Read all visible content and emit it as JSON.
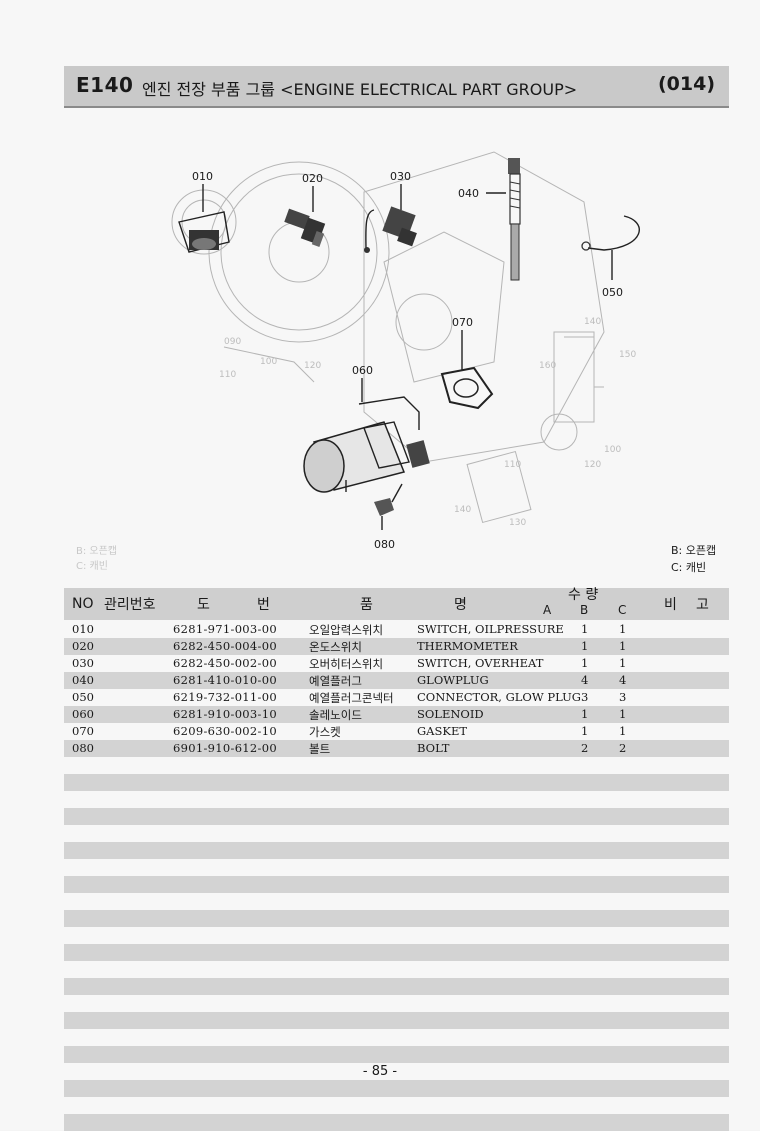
{
  "header": {
    "code": "E140",
    "title": "엔진 전장 부품 그룹 <ENGINE ELECTRICAL PART GROUP>",
    "page_code": "(014)"
  },
  "diagram": {
    "labels": [
      "010",
      "020",
      "030",
      "040",
      "050",
      "060",
      "070",
      "080"
    ]
  },
  "legend": {
    "b": "B: 오픈캡",
    "c": "C: 캐빈"
  },
  "table": {
    "headers": {
      "no": "NO",
      "mgmt": "관리번호",
      "do": "도",
      "beon": "번",
      "pum": "품",
      "myeong": "명",
      "qty": "수 량",
      "a": "A",
      "b": "B",
      "c": "C",
      "bi": "비",
      "go": "고"
    },
    "rows": [
      {
        "no": "010",
        "part_no": "6281-971-003-00",
        "name_kr": "오일압력스위치",
        "name_en": "SWITCH, OILPRESSURE",
        "b": "1",
        "c": "1"
      },
      {
        "no": "020",
        "part_no": "6282-450-004-00",
        "name_kr": "온도스위치",
        "name_en": "THERMOMETER",
        "b": "1",
        "c": "1"
      },
      {
        "no": "030",
        "part_no": "6282-450-002-00",
        "name_kr": "오버히터스위치",
        "name_en": "SWITCH, OVERHEAT",
        "b": "1",
        "c": "1"
      },
      {
        "no": "040",
        "part_no": "6281-410-010-00",
        "name_kr": "예열플러그",
        "name_en": "GLOWPLUG",
        "b": "4",
        "c": "4"
      },
      {
        "no": "050",
        "part_no": "6219-732-011-00",
        "name_kr": "예열플러그콘넥터",
        "name_en": "CONNECTOR, GLOW PLUG",
        "b": "3",
        "c": "3"
      },
      {
        "no": "060",
        "part_no": "6281-910-003-10",
        "name_kr": "솔레노이드",
        "name_en": "SOLENOID",
        "b": "1",
        "c": "1"
      },
      {
        "no": "070",
        "part_no": "6209-630-002-10",
        "name_kr": "가스켓",
        "name_en": "GASKET",
        "b": "1",
        "c": "1"
      },
      {
        "no": "080",
        "part_no": "6901-910-612-00",
        "name_kr": "볼트",
        "name_en": "BOLT",
        "b": "2",
        "c": "2"
      }
    ]
  },
  "page_number": "- 85 -"
}
